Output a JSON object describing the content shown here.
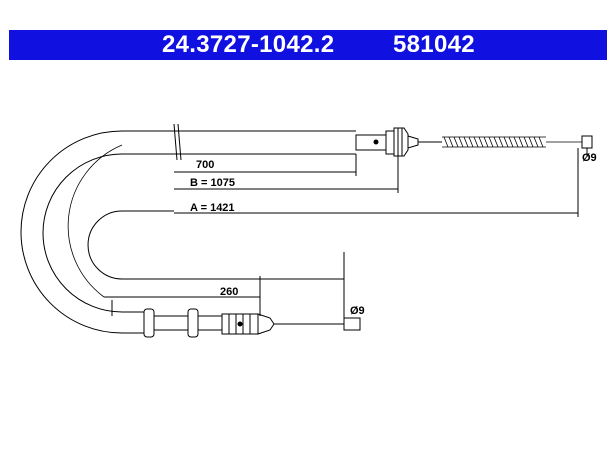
{
  "header": {
    "part_number": "24.3727-1042.2",
    "ref_number": "581042",
    "background_color": "#1010e0",
    "text_color": "#ffffff"
  },
  "dimensions": {
    "length_700": "700",
    "length_b": "B = 1075",
    "length_a": "A = 1421",
    "length_260": "260",
    "diameter_top": "Ø9",
    "diameter_bottom": "Ø9"
  }
}
